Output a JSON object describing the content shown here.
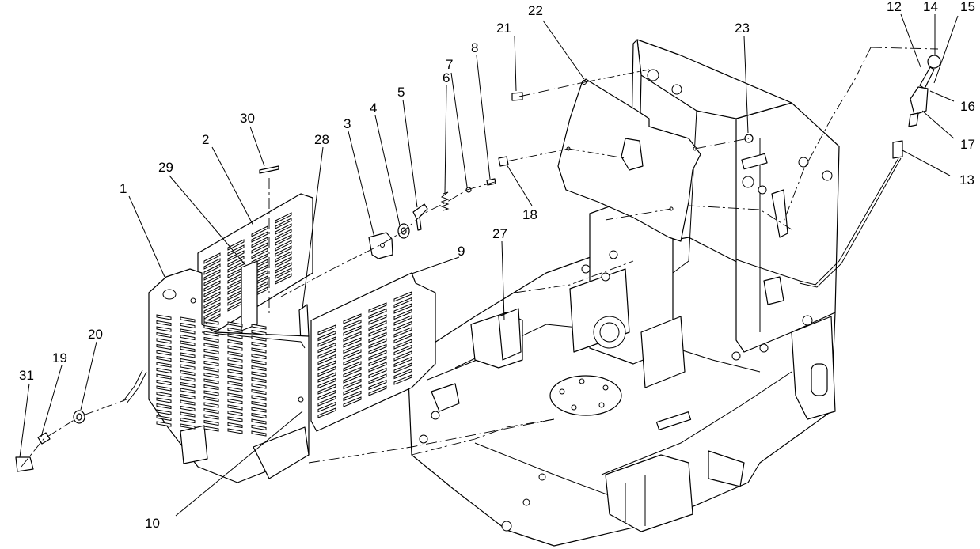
{
  "callouts": [
    {
      "id": "1",
      "text": "1"
    },
    {
      "id": "2",
      "text": "2"
    },
    {
      "id": "3",
      "text": "3"
    },
    {
      "id": "4",
      "text": "4"
    },
    {
      "id": "5",
      "text": "5"
    },
    {
      "id": "6",
      "text": "6"
    },
    {
      "id": "7",
      "text": "7"
    },
    {
      "id": "8",
      "text": "8"
    },
    {
      "id": "9",
      "text": "9"
    },
    {
      "id": "10",
      "text": "10"
    },
    {
      "id": "12",
      "text": "12"
    },
    {
      "id": "13",
      "text": "13"
    },
    {
      "id": "14",
      "text": "14"
    },
    {
      "id": "15",
      "text": "15"
    },
    {
      "id": "16",
      "text": "16"
    },
    {
      "id": "17",
      "text": "17"
    },
    {
      "id": "18",
      "text": "18"
    },
    {
      "id": "19",
      "text": "19"
    },
    {
      "id": "20",
      "text": "20"
    },
    {
      "id": "21",
      "text": "21"
    },
    {
      "id": "22",
      "text": "22"
    },
    {
      "id": "23",
      "text": "23"
    },
    {
      "id": "27",
      "text": "27"
    },
    {
      "id": "28",
      "text": "28"
    },
    {
      "id": "29",
      "text": "29"
    },
    {
      "id": "30",
      "text": "30"
    },
    {
      "id": "31",
      "text": "31"
    }
  ]
}
